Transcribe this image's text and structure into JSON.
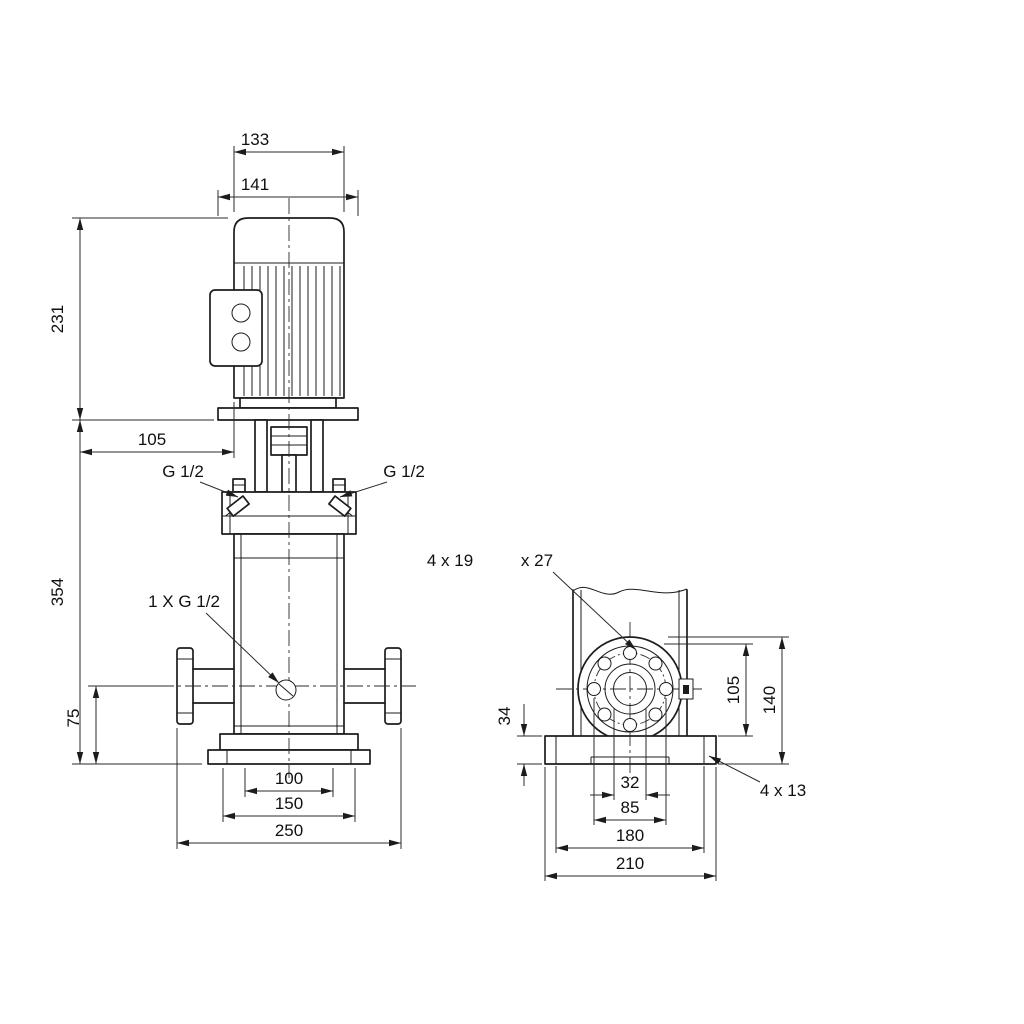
{
  "drawing": {
    "line_color": "#1c1c1c",
    "background": "#ffffff",
    "front_view": {
      "dims": {
        "motor_width": "133",
        "motor_flange_width": "141",
        "motor_height": "231",
        "motor_edge_offset": "105",
        "pump_height": "354",
        "port_centre_height": "75",
        "base_slot_span": "100",
        "base_width": "150",
        "overall_width": "250"
      },
      "labels": {
        "port_left": "G 1/2",
        "port_right": "G 1/2",
        "drain_port": "1 X G 1/2"
      }
    },
    "side_view": {
      "dims": {
        "base_height": "34",
        "flange_face_height": "105",
        "casing_top_height": "140",
        "port_bore": "32",
        "bolt_circle_span": "85",
        "base_hole_span": "180",
        "base_depth": "210"
      },
      "labels": {
        "flange_holes": "4 x 19",
        "flange_counterbore": "x 27",
        "base_holes": "4 x 13"
      }
    }
  }
}
